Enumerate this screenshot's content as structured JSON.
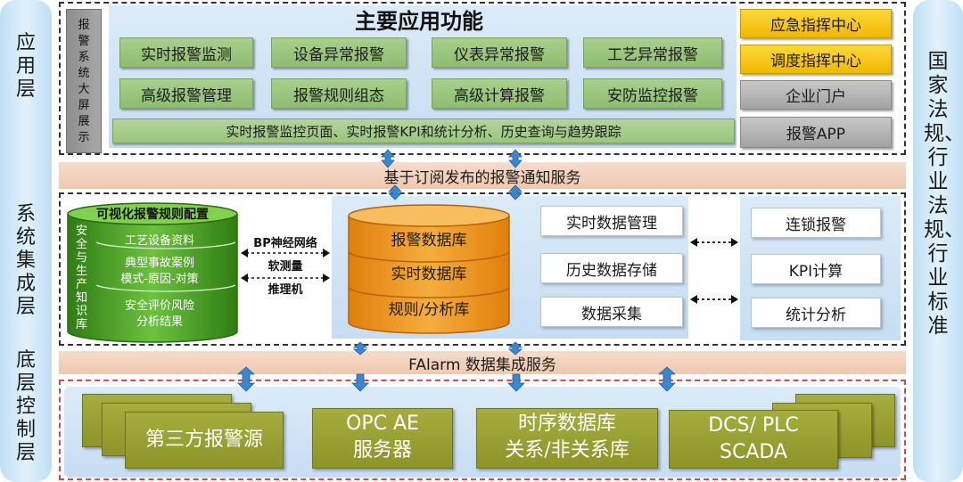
{
  "left_layers": [
    "应用层",
    "系统集成层",
    "底层控制层"
  ],
  "right_standards": "国家法规、行业法规、行业标准",
  "app": {
    "title": "主要应用功能",
    "big_screen": "报警系统大屏展示",
    "modules": [
      "实时报警监测",
      "设备异常报警",
      "仪表异常报警",
      "工艺异常报警",
      "高级报警管理",
      "报警规则组态",
      "高级计算报警",
      "安防监控报警"
    ],
    "summary": "实时报警监控页面、实时报警KPI和统计分析、历史查询与趋势跟踪",
    "right_panel": [
      "应急指挥中心",
      "调度指挥中心",
      "企业门户",
      "报警APP"
    ]
  },
  "bus_notify": "基于订阅发布的报警通知服务",
  "integration": {
    "kb_title": "可视化报警规则配置",
    "kb_side": "安全与生产知识库",
    "kb_items": [
      "工艺设备资料",
      "典型事故案例",
      "模式-原因-对策",
      "安全评价风险",
      "分析结果"
    ],
    "methods": [
      "BP神经网络",
      "软测量",
      "推理机"
    ],
    "db_layers": [
      "报警数据库",
      "实时数据库",
      "规则/分析库"
    ],
    "data_services": [
      "实时数据管理",
      "历史数据存储",
      "数据采集"
    ],
    "analysis": [
      "连锁报警",
      "KPI计算",
      "统计分析"
    ]
  },
  "bus_integration": "FAlarm 数据集成服务",
  "sources": {
    "third_party": "第三方报警源",
    "opc_line1": "OPC AE",
    "opc_line2": "服务器",
    "tsdb_line1": "时序数据库",
    "tsdb_line2": "关系/非关系库",
    "dcs_line1": "DCS/ PLC",
    "dcs_line2": "SCADA"
  },
  "colors": {
    "module_green": "#9bc67d",
    "db_orange": "#f39a1e",
    "kb_green": "#4ea32a",
    "yellow": "#f0b800",
    "olive": "#8d9428",
    "arrow_blue": "#3a86d0"
  }
}
